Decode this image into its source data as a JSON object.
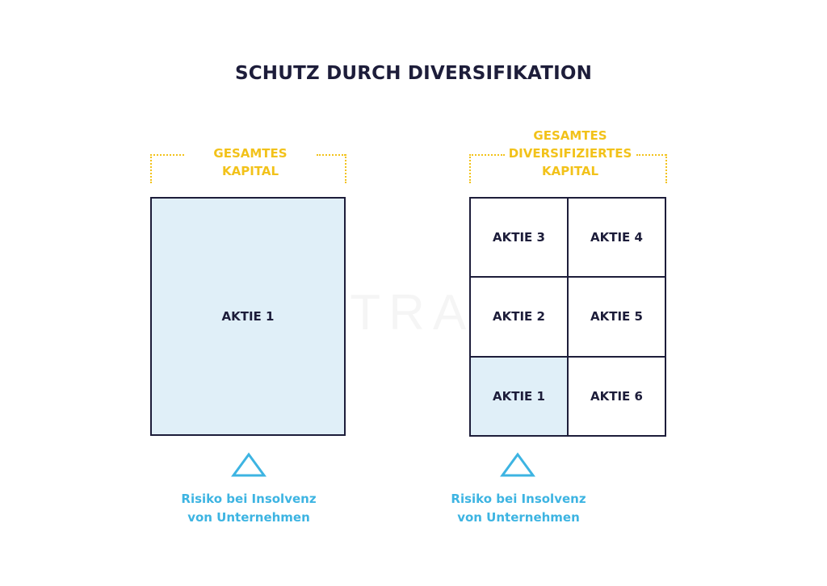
{
  "title": "SCHUTZ DURCH DIVERSIFIKATION",
  "watermark": "CAPTRADER",
  "left": {
    "capital_label_line1": "GESAMTES",
    "capital_label_line2": "KAPITAL",
    "box_label": "AKTIE 1",
    "risk_line1": "Risiko bei Insolvenz",
    "risk_line2": "von Unternehmen"
  },
  "right": {
    "capital_label_line1": "GESAMTES",
    "capital_label_line2": "DIVERSIFIZIERTES",
    "capital_label_line3": "KAPITAL",
    "cells": [
      "AKTIE 3",
      "AKTIE 4",
      "AKTIE 2",
      "AKTIE 5",
      "AKTIE 1",
      "AKTIE 6"
    ],
    "highlighted_cell": "AKTIE 1",
    "risk_line1": "Risiko bei Insolvenz",
    "risk_line2": "von Unternehmen"
  },
  "colors": {
    "dark": "#1d1d3a",
    "accent_yellow": "#f2c21a",
    "accent_blue": "#3db4e2",
    "highlight_fill": "#e0eff8"
  },
  "icons": {
    "risk_marker": "triangle-outline-icon"
  }
}
